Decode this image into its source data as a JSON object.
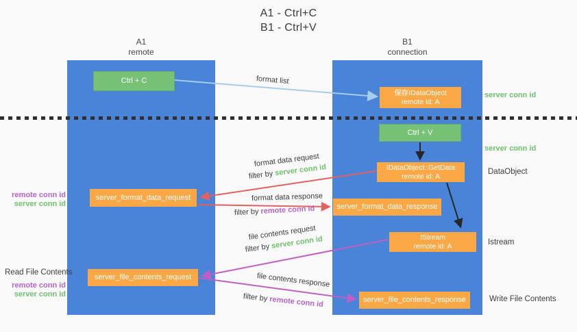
{
  "title": {
    "line1": "A1 - Ctrl+C",
    "line2": "B1 - Ctrl+V"
  },
  "lanes": {
    "left": {
      "name": "A1",
      "role": "remote"
    },
    "right": {
      "name": "B1",
      "role": "connection"
    }
  },
  "nodes": {
    "ctrl_c": {
      "label": "Ctrl + C"
    },
    "save_obj": {
      "line1": "保存IDataObject",
      "line2": "remote id: A"
    },
    "ctrl_v": {
      "label": "Ctrl + V"
    },
    "getdata": {
      "line1": "IDataObject::GetData",
      "line2": "remote id: A"
    },
    "format_request": {
      "label": "server_format_data_request"
    },
    "format_response": {
      "label": "server_format_data_response"
    },
    "istream": {
      "line1": "IStream",
      "line2": "remote id: A"
    },
    "file_request": {
      "label": "server_file_contents_request"
    },
    "file_response": {
      "label": "server_file_contents_response"
    }
  },
  "arrows": {
    "format_list": {
      "label": "format list"
    },
    "format_data_request": {
      "label": "format data request",
      "filter_prefix": "filter by",
      "filter_key": "server conn id"
    },
    "format_data_response": {
      "label": "format data response",
      "filter_prefix": "filter by",
      "filter_key": "remote conn id"
    },
    "file_contents_request": {
      "label": "file contents request",
      "filter_prefix": "filter by",
      "filter_key": "server conn id"
    },
    "file_contents_response": {
      "label": "file contents response",
      "filter_prefix": "filter by",
      "filter_key": "remote conn id"
    }
  },
  "side_labels": {
    "server_conn_id_top": "server conn id",
    "server_conn_id_mid": "server conn id",
    "dataobject": "DataObject",
    "istream": "Istream",
    "write_file_contents": "Write File Contents",
    "read_file_contents": "Read File Contents",
    "left_remote_conn_id_1": "remote conn id",
    "left_server_conn_id_1": "server conn id",
    "left_remote_conn_id_2": "remote conn id",
    "left_server_conn_id_2": "server conn id"
  },
  "colors": {
    "lane_blue": "#4a84d9",
    "box_green": "#77c277",
    "box_orange": "#f9a845",
    "arrow_light_blue": "#a6cdeb",
    "arrow_red": "#e5615e",
    "arrow_purple": "#c05fc3",
    "arrow_black": "#262626",
    "text_green": "#6ec06e",
    "text_purple": "#b564c8",
    "text_dark": "#3c3c3c",
    "background": "#f9f9f9"
  }
}
